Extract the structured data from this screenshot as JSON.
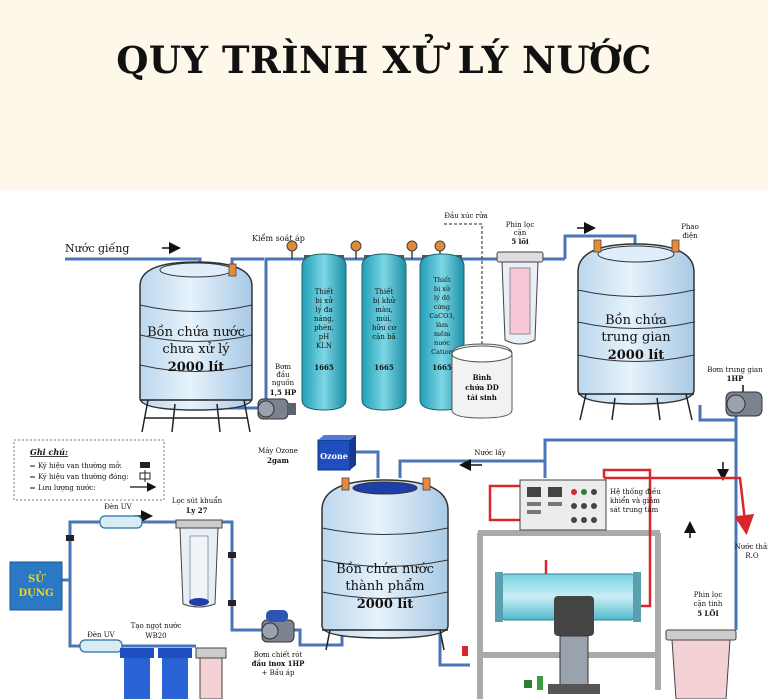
{
  "header": {
    "title": "QUY TRÌNH XỬ LÝ NƯỚC"
  },
  "colors": {
    "pipe": "#4a76b8",
    "tank_fill": "#cfe4f5",
    "tank_stroke": "#333333",
    "electric": "#d8262c",
    "filter_teal": "#3fb5c9",
    "ozone": "#1f4fbf",
    "banner": "#fdf8e9"
  },
  "inputs": {
    "well_water": "Nước giếng",
    "pressure_control": "Kiểm soát áp"
  },
  "tank_raw": {
    "name_line1": "Bồn chứa nước",
    "name_line2": "chưa xử lý",
    "capacity": "2000 lít"
  },
  "pump_source": {
    "line1": "Bơm",
    "line2": "đầu",
    "line3": "nguồn",
    "line4": "1,5 HP"
  },
  "filter1": {
    "line1": "Thiết",
    "line2": "bị xử",
    "line3": "lý đa",
    "line4": "năng,",
    "line5": "phèn,",
    "line6": "pH",
    "line7": "KLN",
    "model": "1665"
  },
  "filter2": {
    "line1": "Thiết",
    "line2": "bị khử",
    "line3": "màu,",
    "line4": "mùi,",
    "line5": "hữu cơ",
    "line6": "cặn bã",
    "model": "1665"
  },
  "filter3": {
    "line1": "Thiết",
    "line2": "bị xử",
    "line3": "lý độ",
    "line4": "cứng",
    "line5": "CaCO3,",
    "line6": "làm",
    "line7": "mềm",
    "line8": "nước",
    "line9": "Cation",
    "model": "1665"
  },
  "backwash": {
    "label": "Đầu xúc rửa"
  },
  "brine": {
    "line1": "Bình",
    "line2": "chứa DD",
    "line3": "tái sinh"
  },
  "sediment_filter": {
    "line1": "Phin lọc",
    "line2": "cặn",
    "line3": "5 lõi"
  },
  "float_valve": {
    "line1": "Phao",
    "line2": "điện"
  },
  "tank_mid": {
    "name_line1": "Bồn chứa",
    "name_line2": "trung gian",
    "capacity": "2000 lít"
  },
  "pump_mid": {
    "line1": "Bơm trung gian",
    "line2": "1HP"
  },
  "legend": {
    "title": "Ghi chú:",
    "item1": "Ký hiệu van thường mở:",
    "item2": "Ký hiệu van thường đóng:",
    "item3": "Lưu lượng nước:"
  },
  "ozone": {
    "label": "Ozone",
    "machine_line1": "Máy Ozone",
    "machine_line2": "2gam"
  },
  "return_water": {
    "label": "Nước lấy"
  },
  "tank_final": {
    "name_line1": "Bồn chứa nước",
    "name_line2": "thành phẩm",
    "capacity": "2000 lít"
  },
  "control": {
    "line1": "Hệ thống điều",
    "line2": "khiển và giám",
    "line3": "sát trung tâm"
  },
  "ro_waste": {
    "line1": "Nước thải",
    "line2": "R.O"
  },
  "fine_filter": {
    "line1": "Phin lọc",
    "line2": "cặn tinh",
    "line3": "5 LÕI"
  },
  "uv1": {
    "label": "Đèn UV"
  },
  "bacteria_filter": {
    "line1": "Lọc sút khuẩn",
    "line2": "Ly 27"
  },
  "usage": {
    "line1": "SỬ",
    "line2": "DỤNG"
  },
  "uv2": {
    "label": "Đèn UV"
  },
  "mineral": {
    "line1": "Tạo ngọt nước",
    "line2": "WB20"
  },
  "pump_final": {
    "line1": "Bơm chiết rót",
    "line2": "đầu inox 1HP",
    "line3": "+ Bầu áp"
  }
}
